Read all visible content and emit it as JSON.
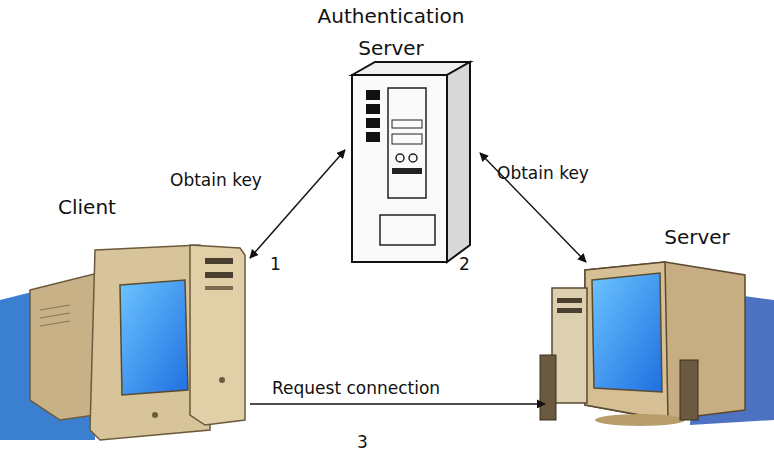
{
  "diagram": {
    "nodes": [
      {
        "text": [
          "Authentication Server"
        ]
      },
      {
        "text": [
          "Client"
        ]
      },
      {
        "text": [
          "Server"
        ]
      }
    ],
    "edges": [
      {
        "from": 1,
        "to": 0,
        "label": "Obtain key",
        "arrow": "both"
      },
      {
        "from": 0,
        "to": 2,
        "label": "Obtain key",
        "arrow": "both"
      },
      {
        "from": 1,
        "to": 2,
        "label": "Request connection",
        "arrow": "to"
      }
    ],
    "labels": [
      "1",
      "2",
      "3"
    ]
  }
}
